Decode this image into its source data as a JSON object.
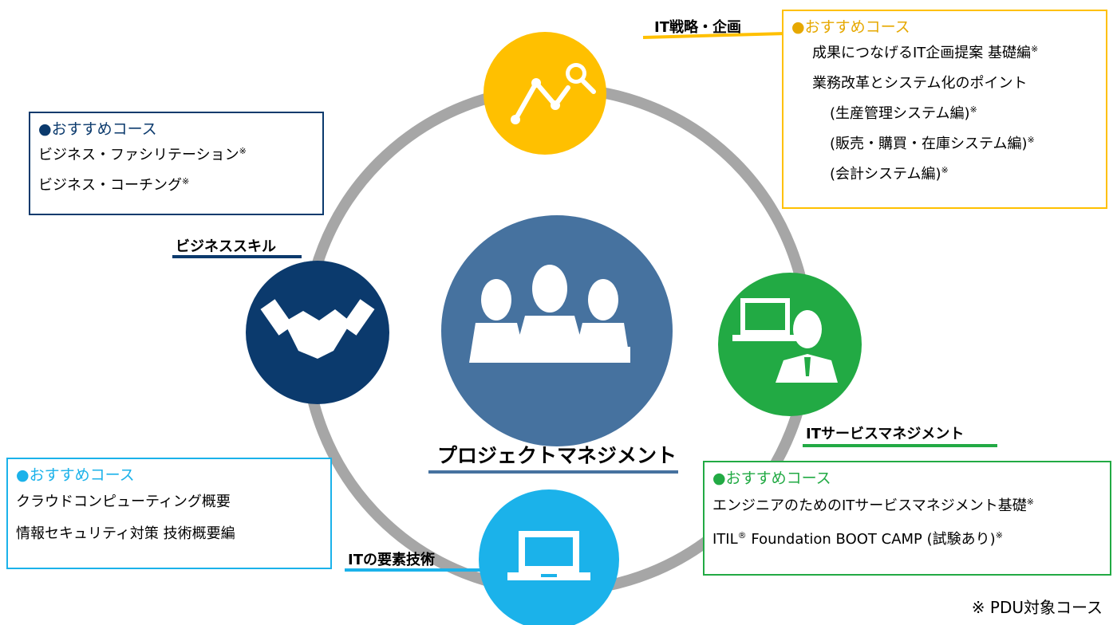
{
  "center": {
    "title": "プロジェクトマネジメント",
    "color": "#46729F"
  },
  "nodes": {
    "strategy": {
      "label": "IT戦略・企画",
      "color": "#FFC000",
      "box": {
        "header": "●おすすめコース",
        "items": [
          {
            "text": "成果につなげるIT企画提案 基礎編",
            "mark": "※"
          },
          {
            "text": "業務改革とシステム化のポイント",
            "mark": ""
          },
          {
            "text": "(生産管理システム編)",
            "mark": "※"
          },
          {
            "text": "(販売・購買・在庫システム編)",
            "mark": "※"
          },
          {
            "text": "(会計システム編)",
            "mark": "※"
          }
        ]
      }
    },
    "business": {
      "label": "ビジネススキル",
      "color": "#0B3A6D",
      "box": {
        "header": "●おすすめコース",
        "items": [
          {
            "text": "ビジネス・ファシリテーション",
            "mark": "※"
          },
          {
            "text": "ビジネス・コーチング",
            "mark": "※"
          }
        ]
      }
    },
    "service": {
      "label": "ITサービスマネジメント",
      "color": "#22AA44",
      "box": {
        "header": "●おすすめコース",
        "items": [
          {
            "text": "エンジニアのためのITサービスマネジメント基礎",
            "mark": "※"
          },
          {
            "text_pre": "ITIL",
            "reg": "®",
            "text": " Foundation BOOT CAMP (試験あり)",
            "mark": "※"
          }
        ]
      }
    },
    "element": {
      "label": "ITの要素技術",
      "color": "#1BB2EA",
      "box": {
        "header": "●おすすめコース",
        "items": [
          {
            "text": "クラウドコンピューティング概要"
          },
          {
            "text": "情報セキュリティ対策 技術概要編"
          }
        ]
      }
    }
  },
  "ring_color": "#A6A6A6",
  "note": "※ PDU対象コース",
  "icons": {
    "center": "team-silhouette-icon",
    "strategy": "chart-magnifier-icon",
    "business": "handshake-icon",
    "service": "laptop-user-icon",
    "element": "laptop-icon"
  }
}
